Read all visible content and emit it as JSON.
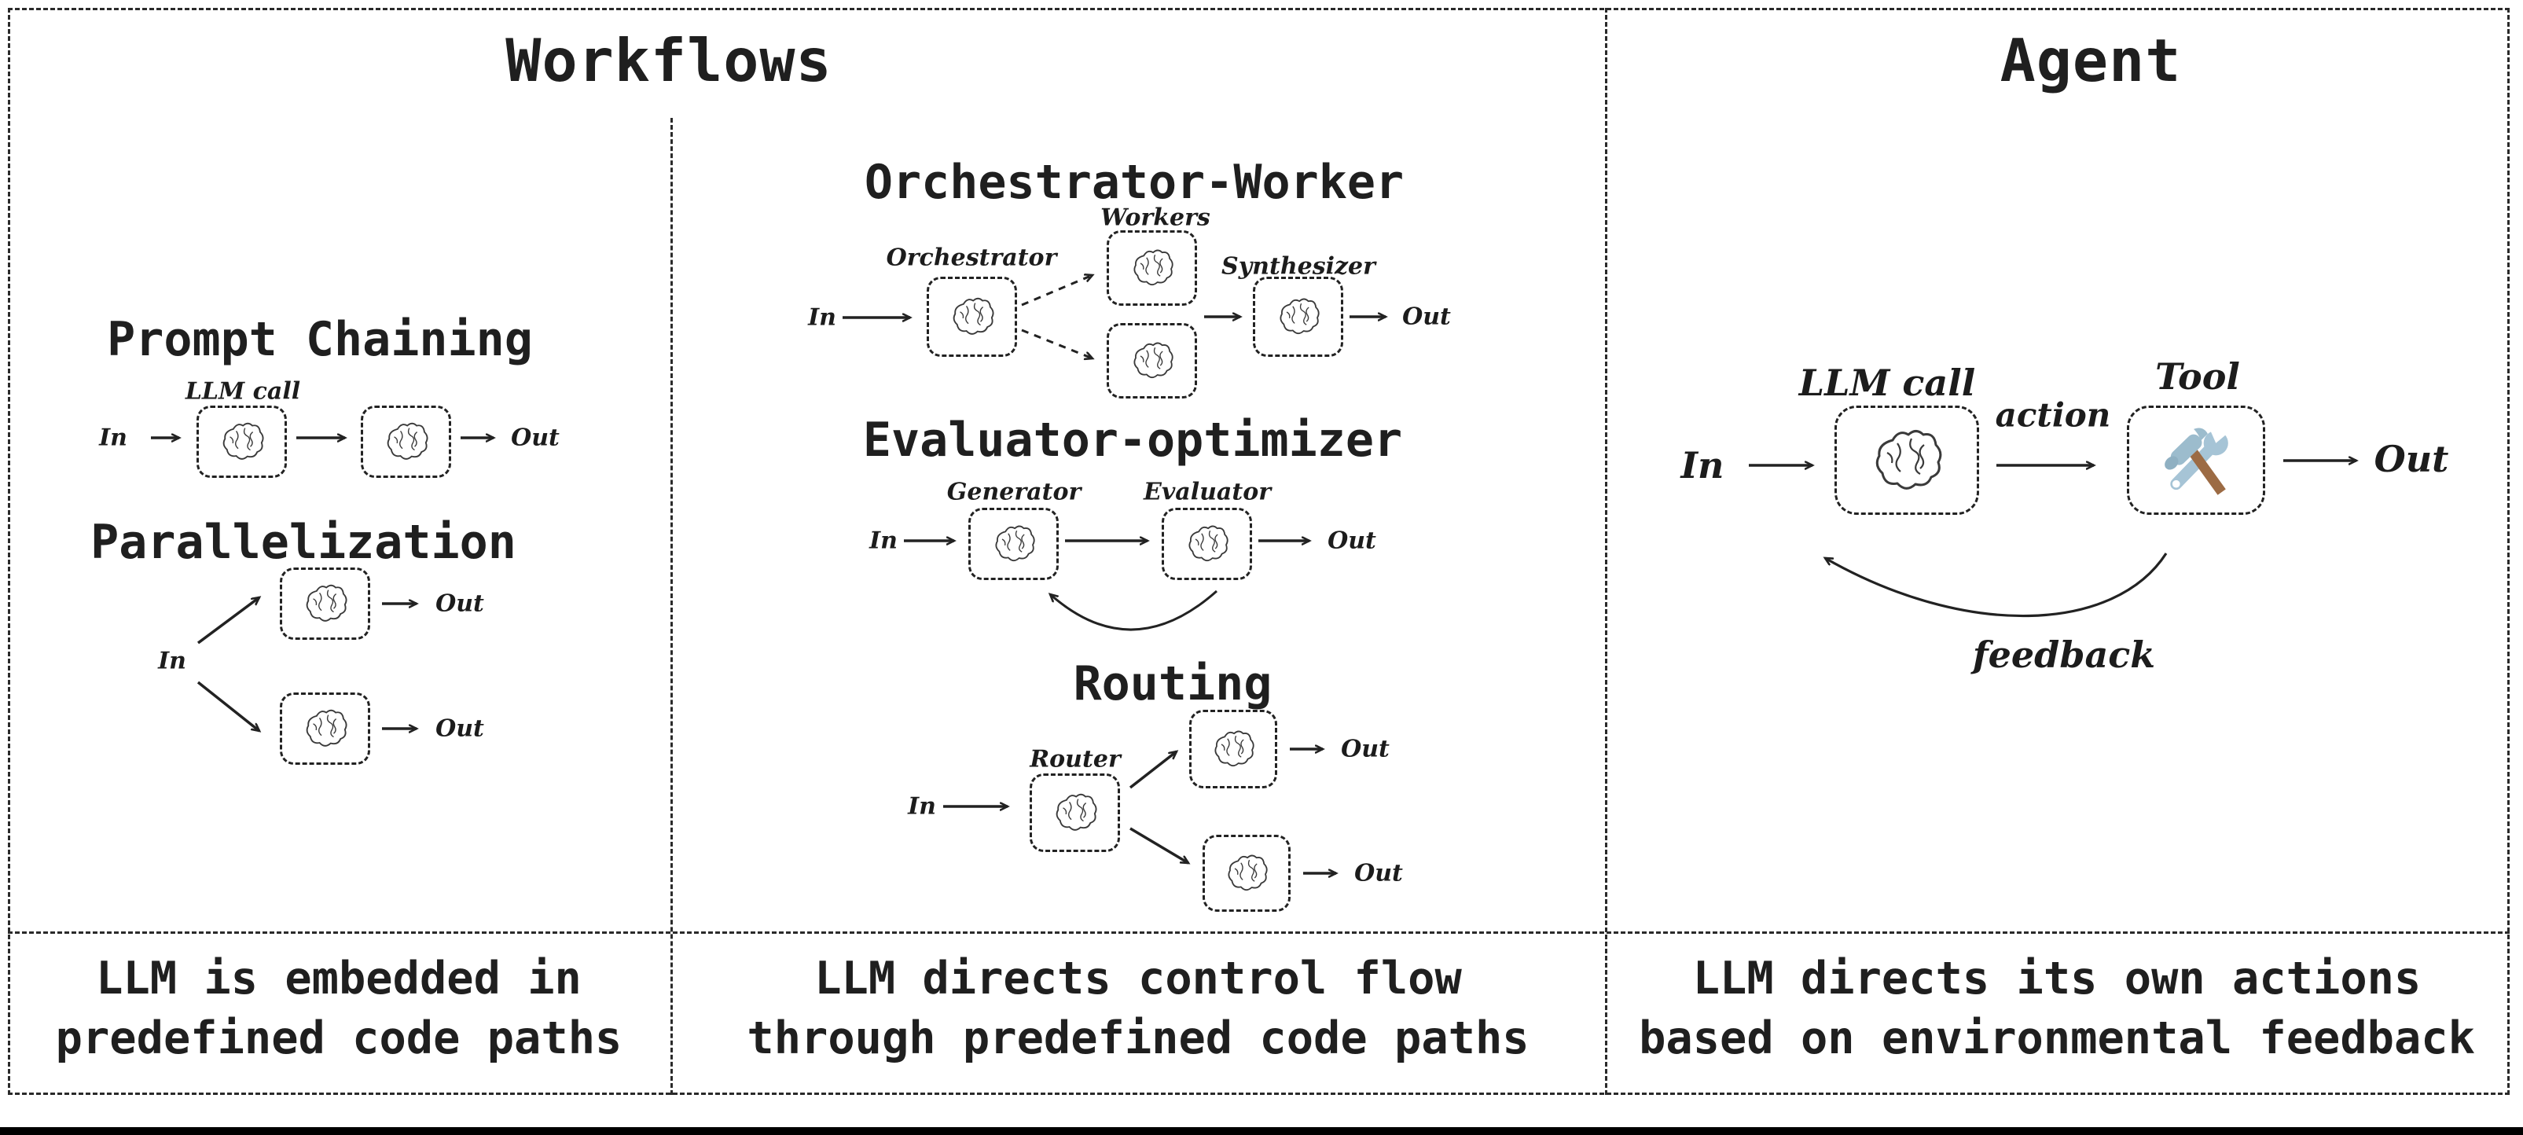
{
  "colors": {
    "ink": "#1f1f1f",
    "background": "#ffffff",
    "bottom_bar": "#000000",
    "wrench_blue": "#a6c4d6",
    "hammer_head_blue": "#9cbccd",
    "hammer_handle_brown": "#9c6b44"
  },
  "workflows": {
    "title": "Workflows",
    "prompt_chaining": {
      "heading": "Prompt Chaining",
      "llm_call_label": "LLM call",
      "in": "In",
      "out": "Out"
    },
    "parallelization": {
      "heading": "Parallelization",
      "in": "In",
      "out_top": "Out",
      "out_bottom": "Out"
    },
    "orchestrator_worker": {
      "heading": "Orchestrator-Worker",
      "workers_label": "Workers",
      "orchestrator_label": "Orchestrator",
      "synthesizer_label": "Synthesizer",
      "in": "In",
      "out": "Out"
    },
    "evaluator_optimizer": {
      "heading": "Evaluator-optimizer",
      "generator_label": "Generator",
      "evaluator_label": "Evaluator",
      "in": "In",
      "out": "Out"
    },
    "routing": {
      "heading": "Routing",
      "router_label": "Router",
      "in": "In",
      "out_top": "Out",
      "out_bottom": "Out"
    },
    "caption_col1": [
      "LLM is embedded in",
      "predefined code paths"
    ],
    "caption_col2": [
      "LLM directs control flow",
      "through predefined code paths"
    ]
  },
  "agent": {
    "title": "Agent",
    "llm_call_label": "LLM call",
    "tool_label": "Tool",
    "action_label": "action",
    "feedback_label": "feedback",
    "in": "In",
    "out": "Out",
    "caption": [
      "LLM directs its own actions",
      "based on environmental feedback"
    ]
  }
}
